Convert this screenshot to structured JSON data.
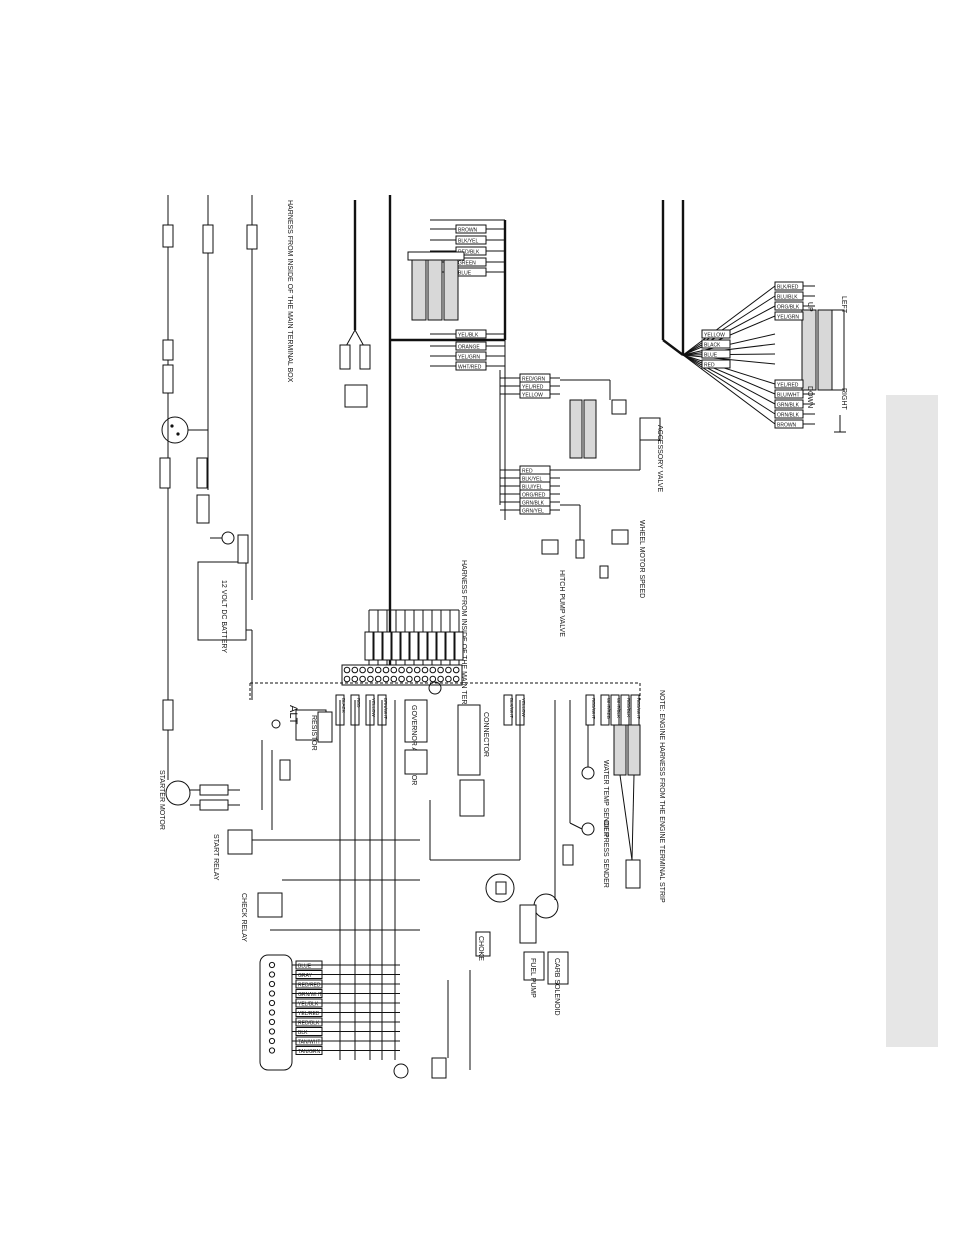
{
  "side_tab_color": "#e6e6e6",
  "notes": {
    "harness_top": "HARNESS FROM INSIDE OF THE MAIN TERMINAL BOX",
    "harness_mid": "HARNESS FROM INSIDE OF THE MAIN TERMINAL BOX",
    "engine_harness": "NOTE: ENGINE HARNESS FROM THE ENGINE TERMINAL STRIP"
  },
  "components": {
    "battery": "12 VOLT DC BATTERY",
    "starter_motor": "STARTER MOTOR",
    "alternator": "ALT",
    "resistor": "RESISTOR",
    "start_relay": "START RELAY",
    "check_relay": "CHECK RELAY",
    "governor_actuator": "GOVERNOR ACTUATOR",
    "connector_a": "CONNECTOR",
    "choke": "CHOKE",
    "fuel_pump": "FUEL PUMP",
    "carb_solenoid": "CARB SOLENOID",
    "water_temp_sender": "WATER TEMP SENDER",
    "oil_press_sender": "OIL PRESS SENDER",
    "accessory_valve": "ACCESSORY VALVE",
    "hitch_pump_valve": "HITCH PUMP VALVE",
    "wheel_motor_speed": "WHEEL MOTOR SPEED",
    "left": "LEFT",
    "right": "RIGHT",
    "up": "UP",
    "down": "DOWN"
  },
  "wire_labels_top": [
    "BROWN",
    "BLK/YEL",
    "RED/BLK",
    "GREEN",
    "BLUE",
    "YEL/BLK",
    "ORANGE",
    "YEL/GRN",
    "WHT/RED"
  ],
  "wire_labels_mid": [
    "RED/GRN",
    "YEL/RED",
    "YELLOW",
    "RED",
    "BLK/YEL",
    "BLU/YEL",
    "ORG/RED",
    "GRN/BLK",
    "GRN/YEL"
  ],
  "wire_labels_right": [
    "BLK/RED",
    "BLU/BLK",
    "ORG/BLK",
    "YEL/GRN",
    "YELLOW",
    "BLACK",
    "BLUE",
    "RED",
    "YEL/RED",
    "BLU/WHT",
    "GRN/BLK",
    "ORN/BLK",
    "BROWN"
  ],
  "wire_labels_plug": [
    "BLUE",
    "GRAY",
    "RED/RED",
    "GRN/WHT",
    "YEL/BLK",
    "YEL/RED",
    "RED/BLK",
    "BLK",
    "TAN/WHT",
    "TAN/GRN"
  ],
  "wire_labels_lower": [
    "BLACK",
    "RED",
    "YELLOW",
    "BRN/WHT",
    "BLK/WHT",
    "YELLOW",
    "RED/WHT",
    "WHT/RED",
    "WHT/BLK",
    "RED/BLK",
    "RED/WHT"
  ]
}
